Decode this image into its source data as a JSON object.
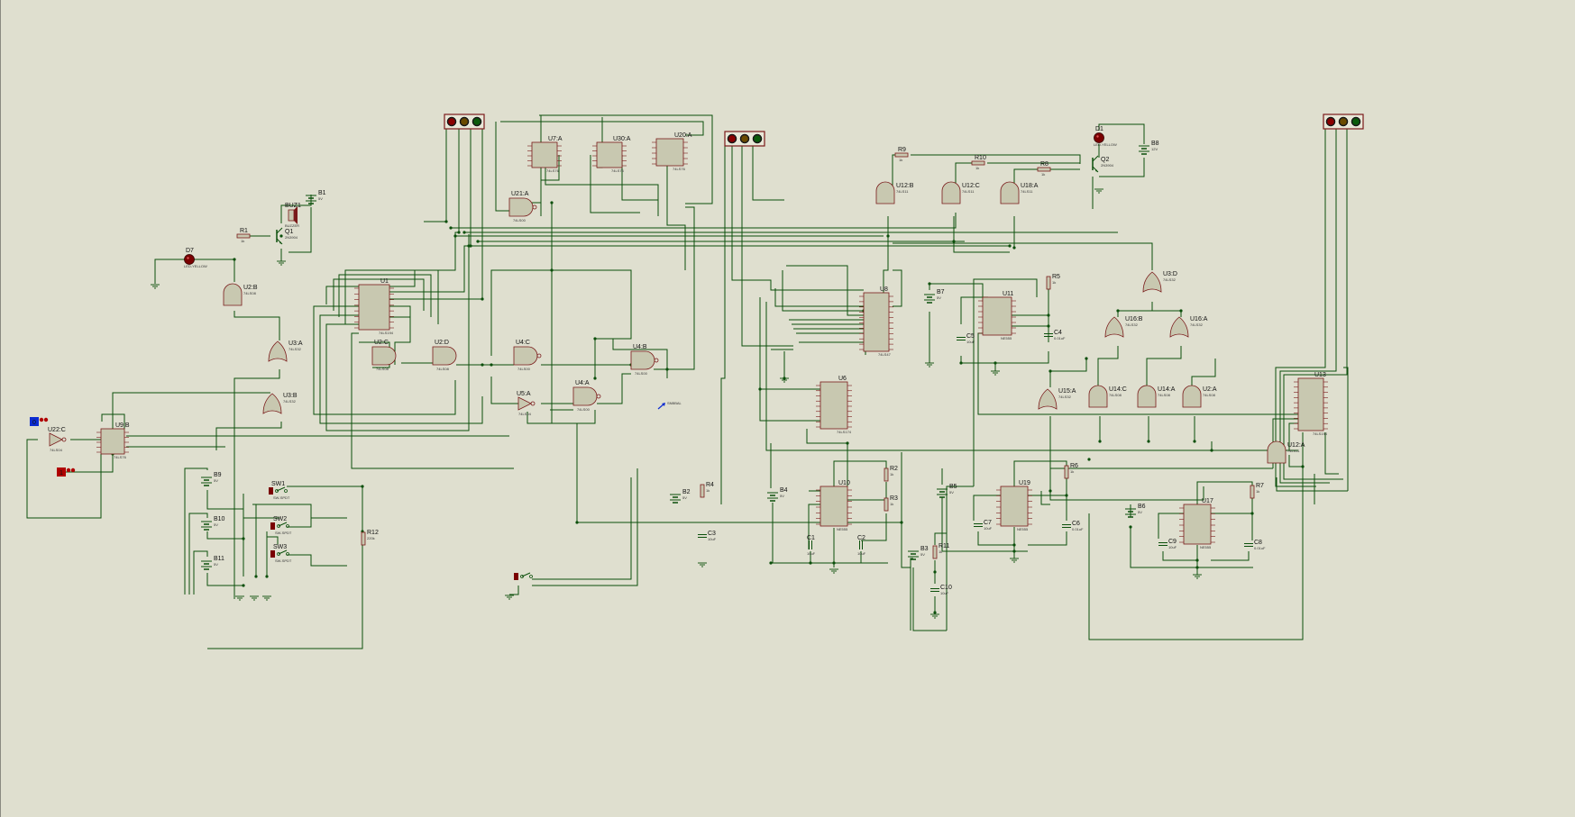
{
  "schematic": {
    "components": [
      {
        "id": "u1",
        "ref": "U1",
        "type": "ic",
        "part": "74LS194"
      },
      {
        "id": "u6",
        "ref": "U6",
        "type": "ic",
        "part": "74LS174"
      },
      {
        "id": "u8",
        "ref": "U8",
        "type": "ic",
        "part": "74LS47"
      },
      {
        "id": "u13",
        "ref": "U13",
        "type": "ic",
        "part": "74LS194"
      },
      {
        "id": "u11",
        "ref": "U11",
        "type": "ic",
        "part": "NE555"
      },
      {
        "id": "u10",
        "ref": "U10",
        "type": "ic",
        "part": "NE555"
      },
      {
        "id": "u19",
        "ref": "U19",
        "type": "ic",
        "part": "NE555"
      },
      {
        "id": "u17",
        "ref": "U17",
        "type": "ic",
        "part": "NE555"
      },
      {
        "id": "u9b",
        "ref": "U9:B",
        "type": "ff",
        "part": "74LS76"
      },
      {
        "id": "u7a",
        "ref": "U7:A",
        "type": "ff",
        "part": "74LS76"
      },
      {
        "id": "u30a",
        "ref": "U30:A",
        "type": "ff",
        "part": "74LS76"
      },
      {
        "id": "u20a",
        "ref": "U20:A",
        "type": "ff",
        "part": "74LS76"
      },
      {
        "id": "u21a",
        "ref": "U21:A",
        "type": "nand",
        "part": "74LS00"
      },
      {
        "id": "u2c",
        "ref": "U2:C",
        "type": "and",
        "part": "74LS08"
      },
      {
        "id": "u2d",
        "ref": "U2:D",
        "type": "and",
        "part": "74LS08"
      },
      {
        "id": "u4c",
        "ref": "U4:C",
        "type": "nand",
        "part": "74LS00"
      },
      {
        "id": "u4b",
        "ref": "U4:B",
        "type": "nand",
        "part": "74LS00"
      },
      {
        "id": "u4a",
        "ref": "U4:A",
        "type": "nand",
        "part": "74LS00"
      },
      {
        "id": "u5a",
        "ref": "U5:A",
        "type": "not",
        "part": "74LS04"
      },
      {
        "id": "u22c",
        "ref": "U22:C",
        "type": "not",
        "part": "74LS04"
      },
      {
        "id": "u2b",
        "ref": "U2:B",
        "type": "and_v",
        "part": "74LS08"
      },
      {
        "id": "u3a",
        "ref": "U3:A",
        "type": "or_v",
        "part": "74LS32"
      },
      {
        "id": "u3b",
        "ref": "U3:B",
        "type": "or_v",
        "part": "74LS32"
      },
      {
        "id": "u3d",
        "ref": "U3:D",
        "type": "or_v",
        "part": "74LS32"
      },
      {
        "id": "u16b",
        "ref": "U16:B",
        "type": "or_v",
        "part": "74LS32"
      },
      {
        "id": "u16a",
        "ref": "U16:A",
        "type": "or_v",
        "part": "74LS32"
      },
      {
        "id": "u15a",
        "ref": "U15:A",
        "type": "or_v",
        "part": "74LS32"
      },
      {
        "id": "u12b",
        "ref": "U12:B",
        "type": "and_v",
        "part": "74LS11"
      },
      {
        "id": "u12c",
        "ref": "U12:C",
        "type": "and_v",
        "part": "74LS11"
      },
      {
        "id": "u18a",
        "ref": "U18:A",
        "type": "and_v",
        "part": "74LS11"
      },
      {
        "id": "u12a",
        "ref": "U12:A",
        "type": "and_v",
        "part": "74LS11"
      },
      {
        "id": "u14c",
        "ref": "U14:C",
        "type": "and_v",
        "part": "74LS08"
      },
      {
        "id": "u14a",
        "ref": "U14:A",
        "type": "and_v",
        "part": "74LS08"
      },
      {
        "id": "u2a",
        "ref": "U2:A",
        "type": "and_v",
        "part": "74LS08"
      },
      {
        "id": "r1",
        "ref": "R1",
        "type": "res_h",
        "value": "1k"
      },
      {
        "id": "r9",
        "ref": "R9",
        "type": "res_h",
        "value": "1k"
      },
      {
        "id": "r10",
        "ref": "R10",
        "type": "res_h",
        "value": "1k"
      },
      {
        "id": "r8",
        "ref": "R8",
        "type": "res_h",
        "value": "1k"
      },
      {
        "id": "r4",
        "ref": "R4",
        "type": "res_v",
        "value": "1k"
      },
      {
        "id": "r12",
        "ref": "R12",
        "type": "res_v",
        "value": "220k"
      },
      {
        "id": "r2",
        "ref": "R2",
        "type": "res_v",
        "value": "1k"
      },
      {
        "id": "r3",
        "ref": "R3",
        "type": "res_v",
        "value": "1k"
      },
      {
        "id": "r5",
        "ref": "R5",
        "type": "res_v",
        "value": "1k"
      },
      {
        "id": "r6",
        "ref": "R6",
        "type": "res_v",
        "value": "1k"
      },
      {
        "id": "r7",
        "ref": "R7",
        "type": "res_v",
        "value": "1k"
      },
      {
        "id": "r11",
        "ref": "R11",
        "type": "res_v",
        "value": "1k"
      },
      {
        "id": "c1",
        "ref": "C1",
        "type": "cap_h",
        "value": "10uF"
      },
      {
        "id": "c2",
        "ref": "C2",
        "type": "cap_h",
        "value": "10uF"
      },
      {
        "id": "c3",
        "ref": "C3",
        "type": "cap_v",
        "value": "10uF"
      },
      {
        "id": "c4",
        "ref": "C4",
        "type": "cap_v",
        "value": "0.01uF"
      },
      {
        "id": "c5",
        "ref": "C5",
        "type": "cap_v",
        "value": "10uF"
      },
      {
        "id": "c6",
        "ref": "C6",
        "type": "cap_v",
        "value": "0.01uF"
      },
      {
        "id": "c7",
        "ref": "C7",
        "type": "cap_v",
        "value": "10uF"
      },
      {
        "id": "c8",
        "ref": "C8",
        "type": "cap_v",
        "value": "0.01uF"
      },
      {
        "id": "c9",
        "ref": "C9",
        "type": "cap_v",
        "value": "10uF"
      },
      {
        "id": "c10",
        "ref": "C10",
        "type": "cap_v",
        "value": "10uF"
      },
      {
        "id": "b1",
        "ref": "B1",
        "type": "battery",
        "value": "5V"
      },
      {
        "id": "b2",
        "ref": "B2",
        "type": "battery",
        "value": "5V"
      },
      {
        "id": "b3",
        "ref": "B3",
        "type": "battery",
        "value": "5V"
      },
      {
        "id": "b4",
        "ref": "B4",
        "type": "battery",
        "value": "5V"
      },
      {
        "id": "b5",
        "ref": "B5",
        "type": "battery",
        "value": "5V"
      },
      {
        "id": "b6",
        "ref": "B6",
        "type": "battery",
        "value": "5V"
      },
      {
        "id": "b7",
        "ref": "B7",
        "type": "battery",
        "value": "5V"
      },
      {
        "id": "b8",
        "ref": "B8",
        "type": "battery",
        "value": "12V"
      },
      {
        "id": "b9",
        "ref": "B9",
        "type": "battery",
        "value": "5V"
      },
      {
        "id": "b10",
        "ref": "B10",
        "type": "battery",
        "value": "5V"
      },
      {
        "id": "b11",
        "ref": "B11",
        "type": "battery",
        "value": "5V"
      },
      {
        "id": "q1",
        "ref": "Q1",
        "type": "transistor",
        "value": "2N3904"
      },
      {
        "id": "q2",
        "ref": "Q2",
        "type": "transistor",
        "value": "2N3904"
      },
      {
        "id": "d7",
        "ref": "D7",
        "type": "led",
        "value": "LED-YELLOW"
      },
      {
        "id": "d1",
        "ref": "D1",
        "type": "led",
        "value": "LED-YELLOW"
      },
      {
        "id": "buz1",
        "ref": "BUZ1",
        "type": "buzzer",
        "value": "BUZZER"
      },
      {
        "id": "sw1",
        "ref": "SW1",
        "type": "switch",
        "value": "SW-SPDT"
      },
      {
        "id": "sw2",
        "ref": "SW2",
        "type": "switch",
        "value": "SW-SPDT"
      },
      {
        "id": "sw3",
        "ref": "SW3",
        "type": "switch",
        "value": "SW-SPDT"
      },
      {
        "id": "sw4",
        "ref": "",
        "type": "switch",
        "value": ""
      },
      {
        "id": "tl1",
        "ref": "",
        "type": "traffic",
        "value": ""
      },
      {
        "id": "tl2",
        "ref": "",
        "type": "traffic",
        "value": ""
      },
      {
        "id": "tl3",
        "ref": "",
        "type": "traffic",
        "value": ""
      },
      {
        "id": "lc0",
        "ref": "0",
        "type": "logicstate",
        "value": ""
      },
      {
        "id": "lc1",
        "ref": "1",
        "type": "logicstate",
        "value": ""
      }
    ],
    "probe_label": "SNBBAL",
    "colors": {
      "background": "#dfdfcf",
      "wire": "#0b4f0b",
      "body": "#c8c8b0",
      "outline": "#7a1a1a",
      "led": "#7a0000",
      "logic_low": "#0b2bd1",
      "logic_high": "#b00000"
    }
  }
}
